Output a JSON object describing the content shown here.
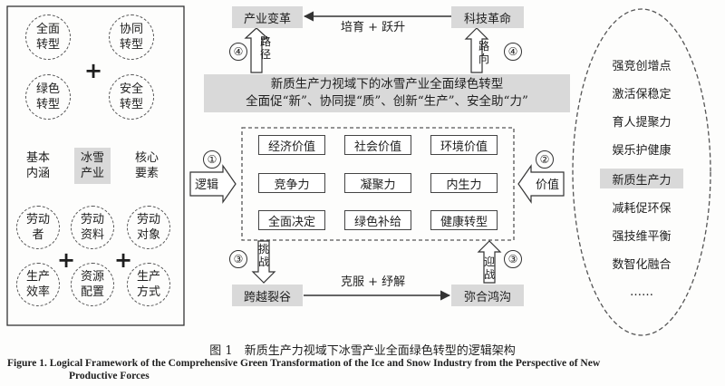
{
  "left_panel": {
    "transformations": [
      [
        "全面",
        "转型"
      ],
      [
        "协同",
        "转型"
      ],
      [
        "绿色",
        "转型"
      ],
      [
        "安全",
        "转型"
      ]
    ],
    "basic_connotation": [
      "基本",
      "内涵"
    ],
    "ice_snow_industry": [
      "冰雪",
      "产业"
    ],
    "core_elements": [
      "核心",
      "要素"
    ],
    "elements": [
      [
        "劳动",
        "者"
      ],
      [
        "劳动",
        "资料"
      ],
      [
        "劳动",
        "对象"
      ],
      [
        "生产",
        "效率"
      ],
      [
        "资源",
        "配置"
      ],
      [
        "生产",
        "方式"
      ]
    ],
    "plus": "+"
  },
  "center": {
    "industry_change": "产业变革",
    "tech_revolution": "科技革命",
    "cultivate_leap": "培育 + 跃升",
    "path_label": [
      "路",
      "径"
    ],
    "direction_label": [
      "路",
      "向"
    ],
    "title_line1": "新质生产力视域下的冰雪产业全面绿色转型",
    "title_line2": "全面促“新”、协同提“质”、创新“生产”、安全助“力”",
    "values": [
      [
        "经济价值",
        "社会价值",
        "环境价值"
      ],
      [
        "竞争力",
        "凝聚力",
        "内生力"
      ],
      [
        "全面决定",
        "绿色补给",
        "健康转型"
      ]
    ],
    "logic": "逻辑",
    "value": "价值",
    "challenge_label": [
      "挑",
      "战"
    ],
    "response_label": [
      "迎",
      "战"
    ],
    "cross_gap": "跨越裂谷",
    "bridge_gap": "弥合鸿沟",
    "overcome": "克服 + 纾解",
    "numbers": [
      "①",
      "②",
      "③",
      "④"
    ]
  },
  "right_panel": {
    "items": [
      "强竞创增点",
      "激活保稳定",
      "育人提聚力",
      "娱乐护健康",
      "新质生产力",
      "减耗促环保",
      "强技维平衡",
      "数智化融合",
      "……"
    ]
  },
  "caption": {
    "cn": "图 1　新质生产力视域下冰雪产业全面绿色转型的逻辑架构",
    "en_line1": "Figure 1.   Logical Framework of the Comprehensive Green Transformation of the Ice and Snow Industry from the Perspective of New",
    "en_line2": "Productive Forces"
  }
}
